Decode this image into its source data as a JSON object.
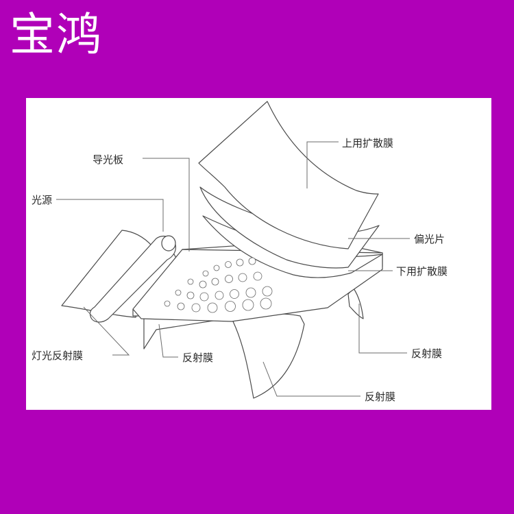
{
  "brand": "宝鸿",
  "colors": {
    "background": "#b000b8",
    "panel": "#ffffff",
    "line": "#555555"
  },
  "diagram": {
    "labels": {
      "upper_diffuser": "上用扩散膜",
      "light_guide": "导光板",
      "light_source": "光源",
      "polarizer": "偏光片",
      "lower_diffuser": "下用扩散膜",
      "lamp_reflector": "灯光反射膜",
      "reflector_mid": "反射膜",
      "reflector_right": "反射膜",
      "reflector_bottom": "反射膜"
    }
  }
}
